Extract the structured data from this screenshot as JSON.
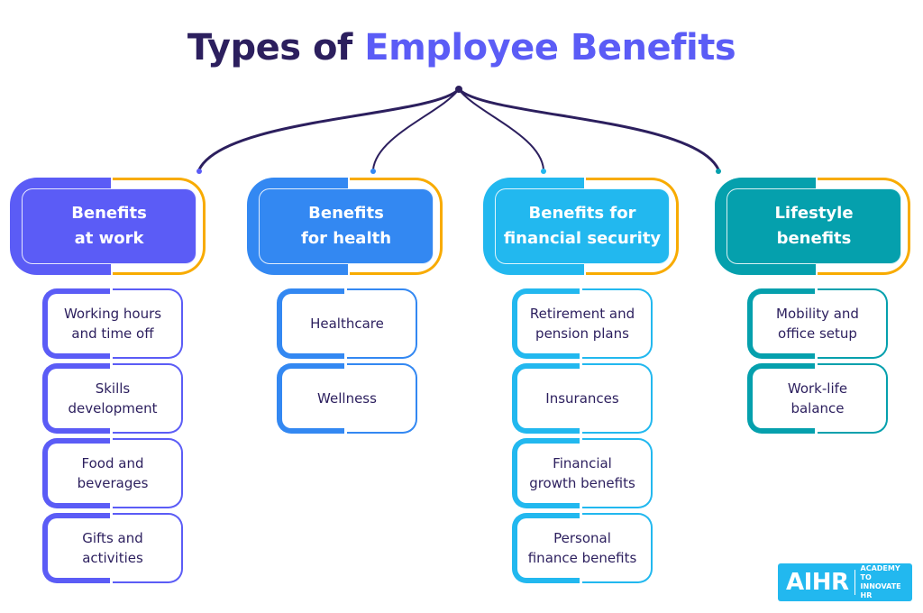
{
  "title": {
    "part1": "Types of",
    "part2": "Employee Benefits"
  },
  "colors": {
    "title_dark": "#2c1f5e",
    "title_accent": "#5b5cf6",
    "orange_outline": "#f8ab00",
    "connector": "#2c1f5e"
  },
  "categories": [
    {
      "label_line1": "Benefits",
      "label_line2": "at work",
      "color": "#5b5cf6",
      "items": [
        {
          "line1": "Working hours",
          "line2": "and time off"
        },
        {
          "line1": "Skills",
          "line2": "development"
        },
        {
          "line1": "Food and",
          "line2": "beverages"
        },
        {
          "line1": "Gifts and",
          "line2": "activities"
        }
      ]
    },
    {
      "label_line1": "Benefits",
      "label_line2": "for health",
      "color": "#3388f2",
      "items": [
        {
          "line1": "Healthcare",
          "line2": ""
        },
        {
          "line1": "Wellness",
          "line2": ""
        }
      ]
    },
    {
      "label_line1": "Benefits for",
      "label_line2": "financial security",
      "color": "#22b8ef",
      "items": [
        {
          "line1": "Retirement and",
          "line2": "pension plans"
        },
        {
          "line1": "Insurances",
          "line2": ""
        },
        {
          "line1": "Financial",
          "line2": "growth benefits"
        },
        {
          "line1": "Personal",
          "line2": "finance benefits"
        }
      ]
    },
    {
      "label_line1": "Lifestyle",
      "label_line2": "benefits",
      "color": "#05a0ad",
      "items": [
        {
          "line1": "Mobility and",
          "line2": "office setup"
        },
        {
          "line1": "Work-life",
          "line2": "balance"
        }
      ]
    }
  ],
  "logo": {
    "mark": "AIHR",
    "line1": "ACADEMY TO",
    "line2": "INNOVATE HR"
  }
}
